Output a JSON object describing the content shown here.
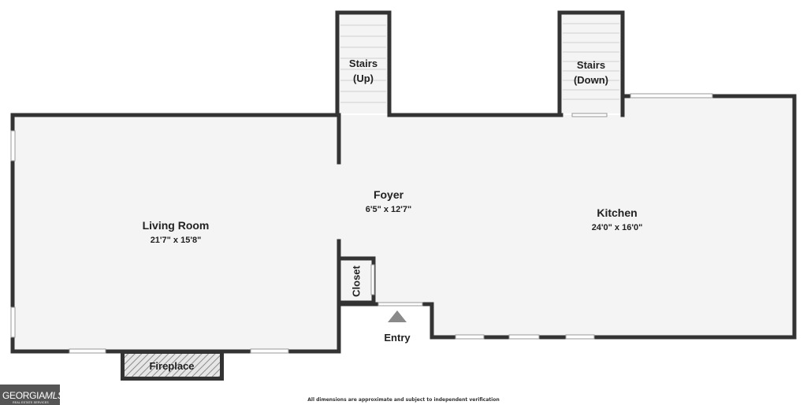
{
  "colors": {
    "wall": "#333333",
    "floor": "#f4f4f4",
    "background": "#ffffff",
    "window": "#ffffff",
    "logo_bg": "#555555",
    "entry_arrow": "#8a8a8a"
  },
  "rooms": {
    "living_room": {
      "name": "Living Room",
      "dimensions": "21'7\" x 15'8\""
    },
    "foyer": {
      "name": "Foyer",
      "dimensions": "6'5\" x 12'7\""
    },
    "kitchen": {
      "name": "Kitchen",
      "dimensions": "24'0\" x 16'0\""
    }
  },
  "labels": {
    "stairs_up_1": "Stairs",
    "stairs_up_2": "(Up)",
    "stairs_down_1": "Stairs",
    "stairs_down_2": "(Down)",
    "closet": "Closet",
    "fireplace": "Fireplace",
    "entry": "Entry"
  },
  "footer": {
    "disclaimer": "All dimensions are approximate and subject to independent verification"
  },
  "logo": {
    "brand_left": "GEORGIA",
    "brand_right": "MLS",
    "tagline": "REAL ESTATE SERVICES"
  }
}
